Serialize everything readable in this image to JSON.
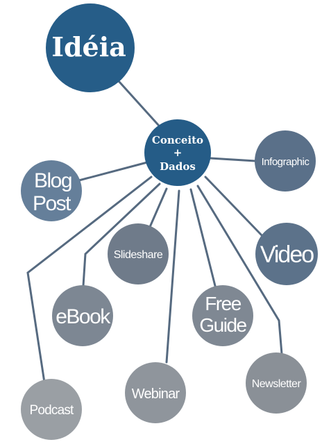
{
  "colors": {
    "root": "#265d88",
    "center": "#255c87",
    "blog_post": "#657f9a",
    "infographic": "#5a7089",
    "video": "#5c728a",
    "slideshare": "#6f7b8a",
    "ebook": "#7d8793",
    "free_guide": "#7f8893",
    "webinar": "#8f959c",
    "newsletter": "#8a9097",
    "podcast": "#9a9fa4",
    "line": "#566a80",
    "text": "#ffffff"
  },
  "nodes": {
    "root": {
      "label": "Idéia"
    },
    "center": {
      "line1": "Conceito",
      "line2": "+",
      "line3": "Dados"
    },
    "blog_post": {
      "line1": "Blog",
      "line2": "Post"
    },
    "infographic": {
      "label": "Infographic"
    },
    "video": {
      "label": "Video"
    },
    "slideshare": {
      "label": "Slideshare"
    },
    "ebook": {
      "label": "eBook"
    },
    "free_guide": {
      "line1": "Free",
      "line2": "Guide"
    },
    "webinar": {
      "label": "Webinar"
    },
    "newsletter": {
      "label": "Newsletter"
    },
    "podcast": {
      "label": "Podcast"
    }
  }
}
